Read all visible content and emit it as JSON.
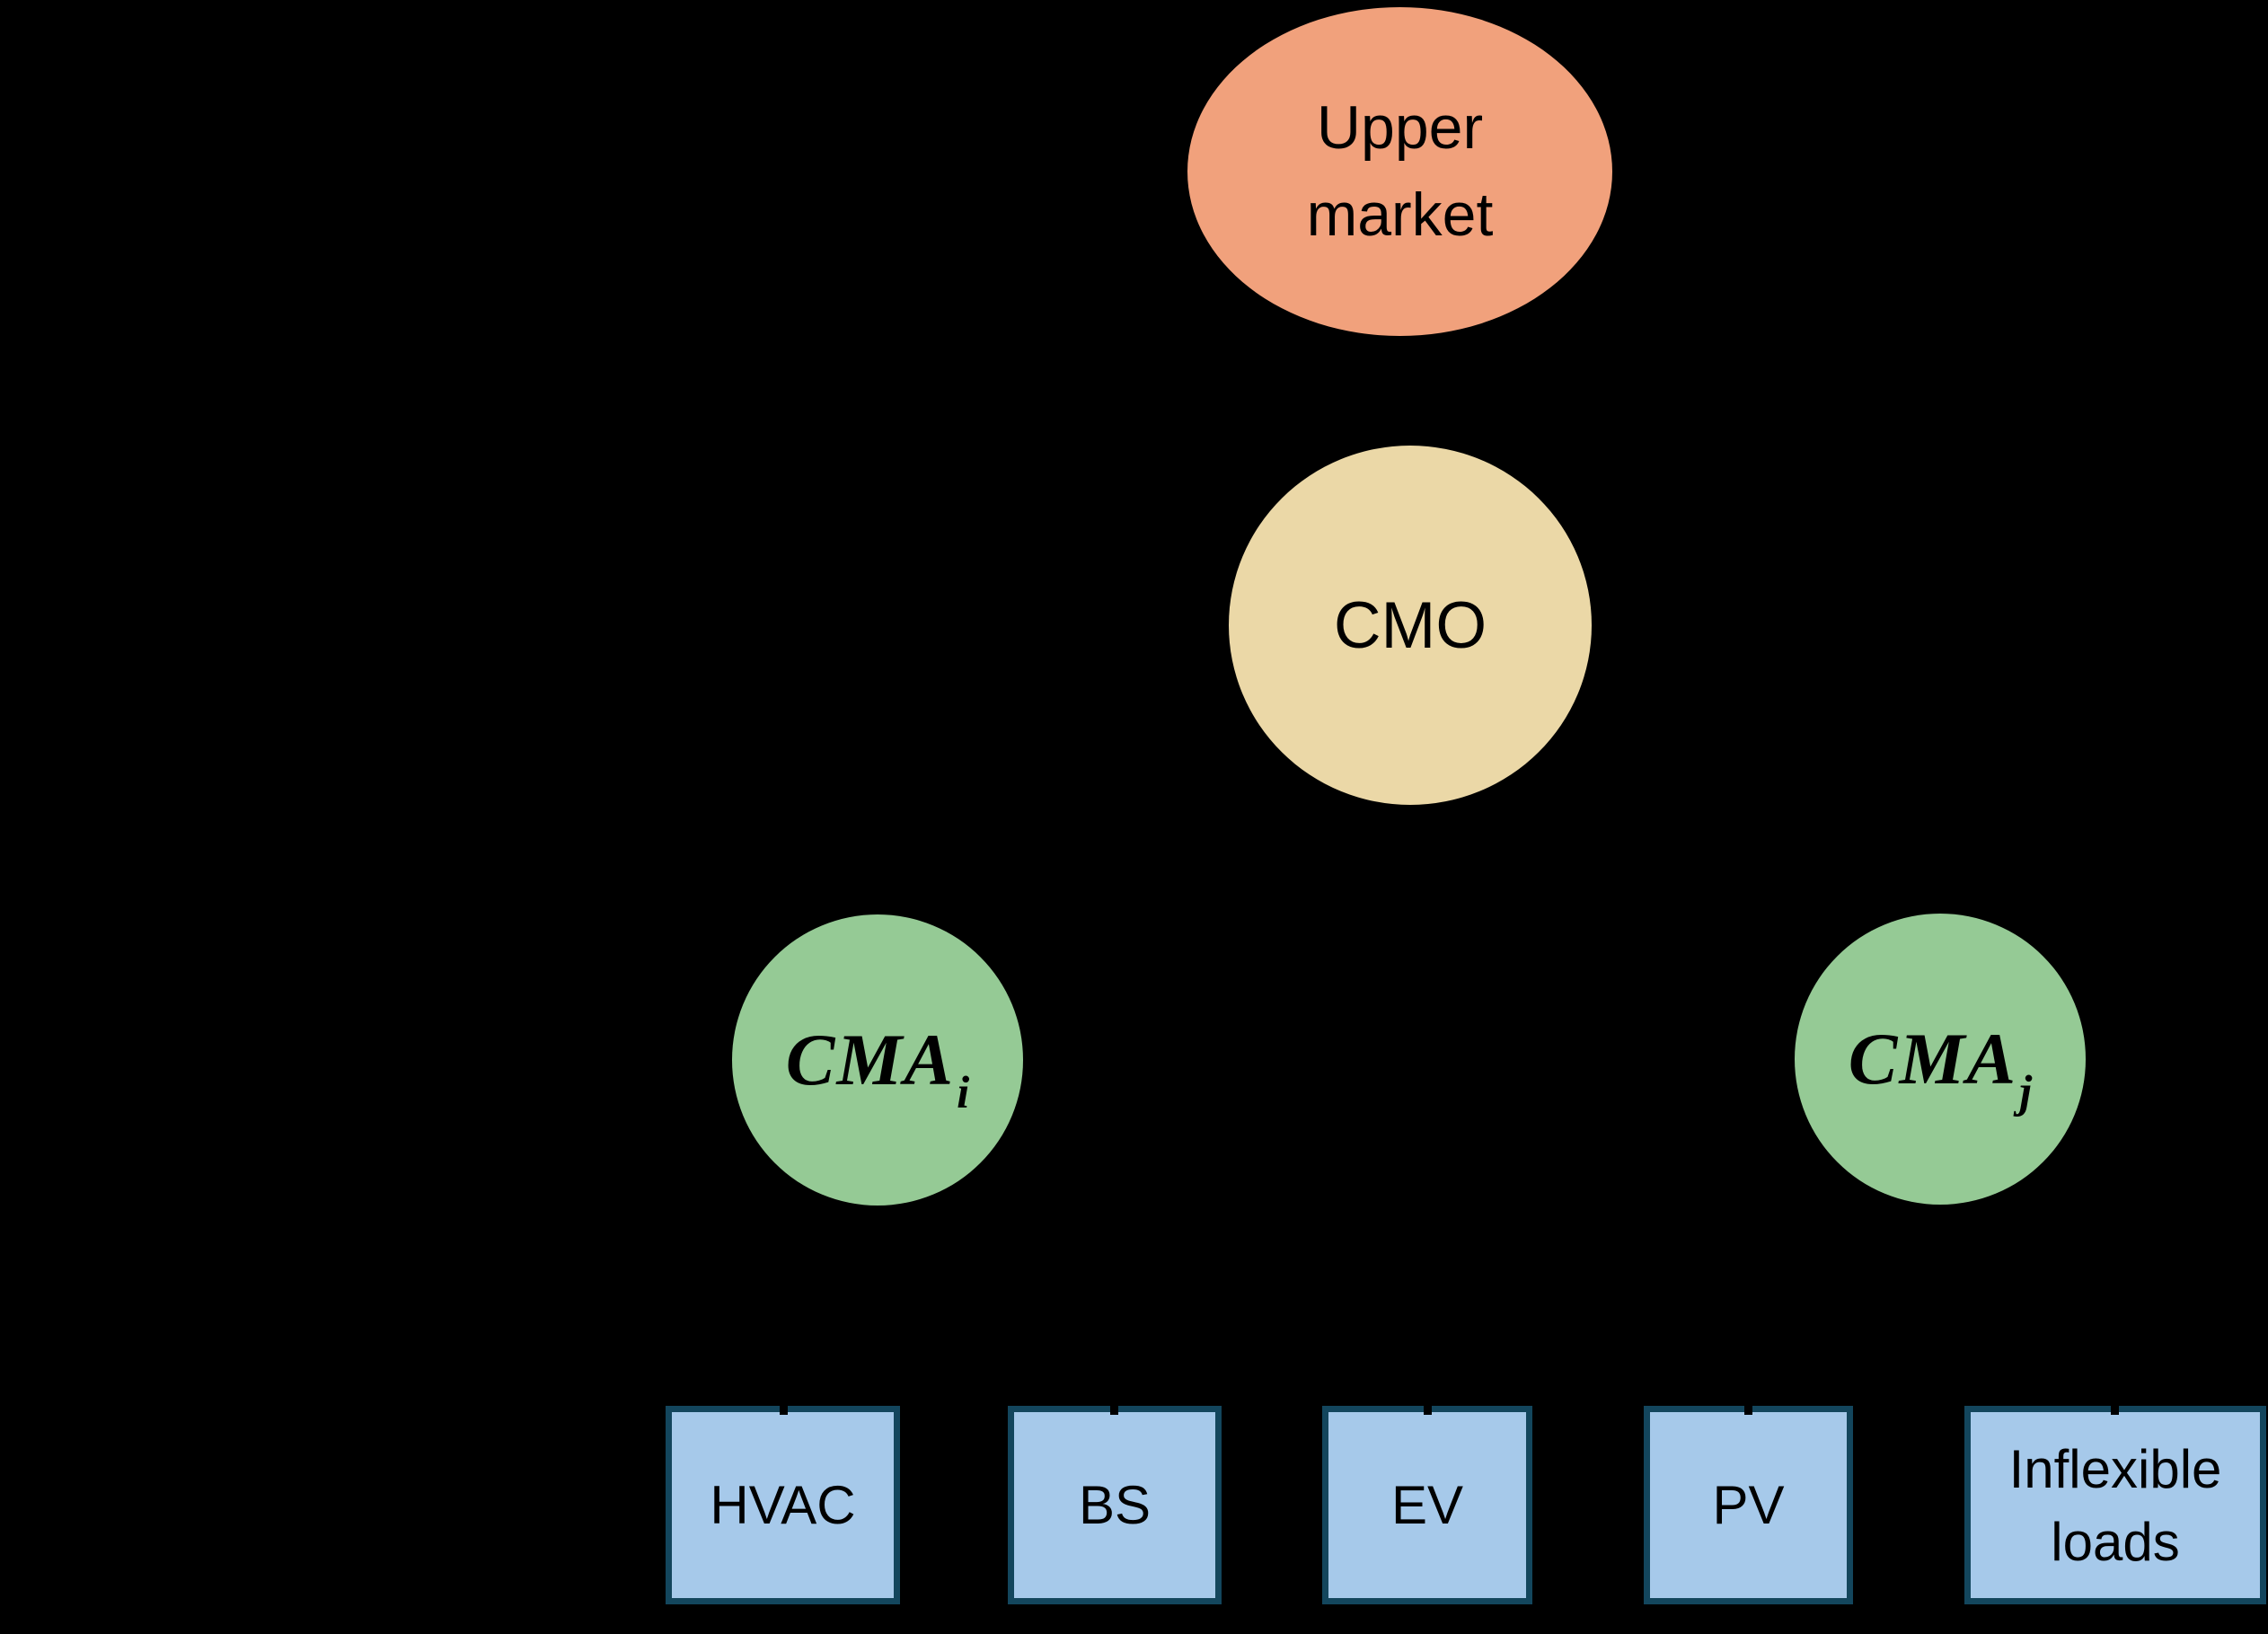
{
  "diagram": {
    "title": "Hierarchical market structure diagram",
    "colors": {
      "background": "#000000",
      "upper_market_fill": "#F1A17C",
      "cmo_fill": "#EBD8A7",
      "cma_fill": "#95CA95",
      "device_fill": "#A6C9EA",
      "device_border": "#13465D",
      "text": "#000000"
    },
    "nodes": {
      "upper_market": {
        "label": "Upper market"
      },
      "cmo": {
        "label": "CMO"
      },
      "cma_i": {
        "base": "CMA",
        "subscript": "i"
      },
      "cma_j": {
        "base": "CMA",
        "subscript": "j"
      }
    },
    "devices": [
      {
        "label": "HVAC"
      },
      {
        "label": "BS"
      },
      {
        "label": "EV"
      },
      {
        "label": "PV"
      },
      {
        "label": "Inflexible loads"
      }
    ]
  }
}
